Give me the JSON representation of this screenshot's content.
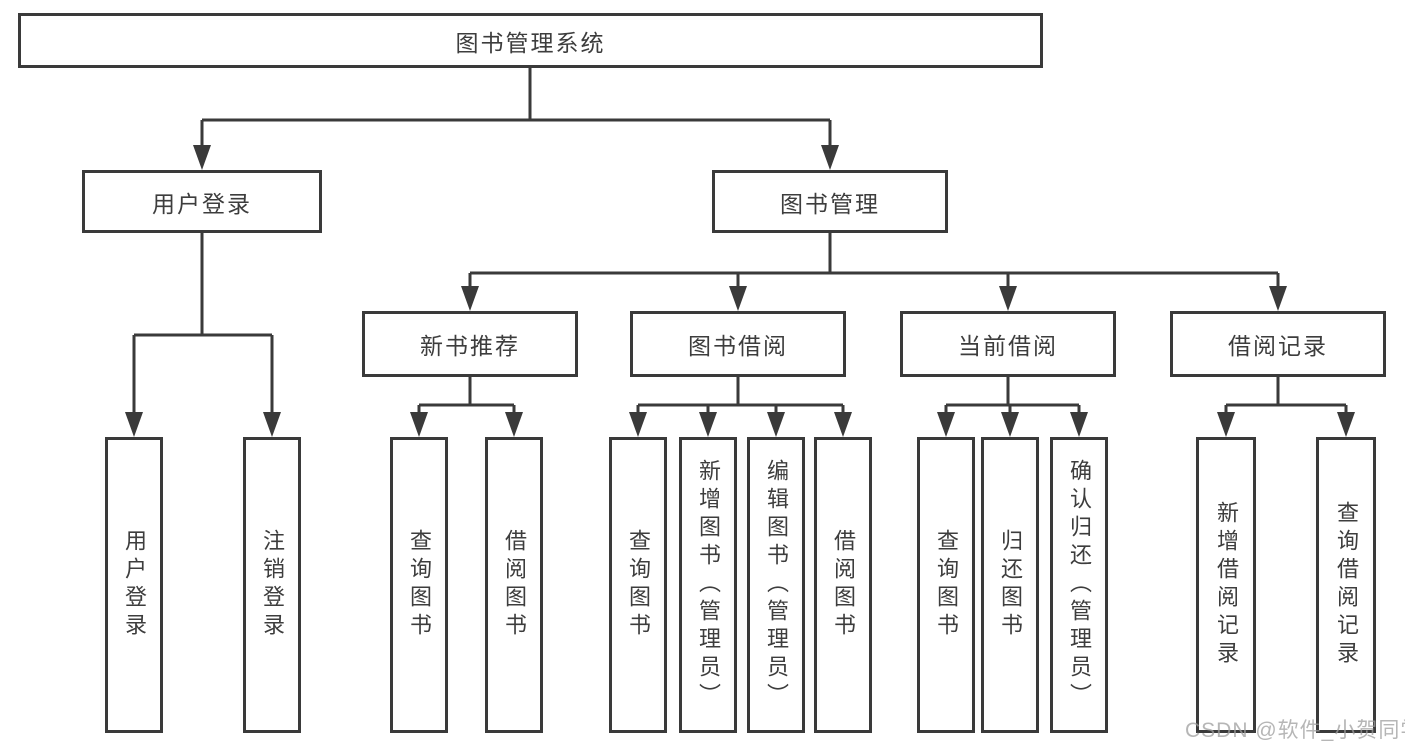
{
  "diagram": {
    "root": {
      "label": "图书管理系统"
    },
    "level1": [
      {
        "label": "用户登录",
        "children": [
          "用户登录",
          "注销登录"
        ]
      },
      {
        "label": "图书管理"
      }
    ],
    "level2": [
      {
        "label": "新书推荐",
        "children": [
          "查询图书",
          "借阅图书"
        ]
      },
      {
        "label": "图书借阅",
        "children": [
          "查询图书",
          "新增图书（管理员）",
          "编辑图书（管理员）",
          "借阅图书"
        ]
      },
      {
        "label": "当前借阅",
        "children": [
          "查询图书",
          "归还图书",
          "确认归还（管理员）"
        ]
      },
      {
        "label": "借阅记录",
        "children": [
          "新增借阅记录",
          "查询借阅记录"
        ]
      }
    ]
  },
  "watermark": {
    "text": "CSDN @软件_小贺同学"
  },
  "colors": {
    "line": "#3a3a3a",
    "text": "#3d3d3d",
    "box_background": "#ffffff",
    "page_background": "#ffffff",
    "watermark": "#9e9e9e"
  }
}
